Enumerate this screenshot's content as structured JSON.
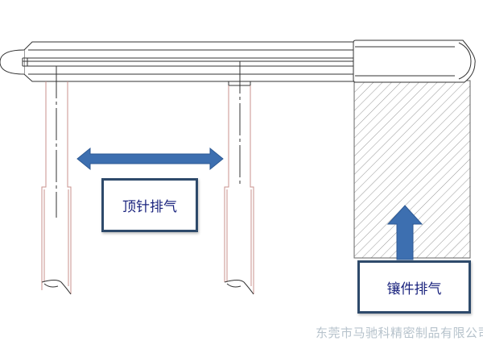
{
  "labels": {
    "ejector_pin_venting": "顶针排气",
    "insert_venting": "镶件排气"
  },
  "watermark": "东莞市马驰科精密制品有限公司",
  "colors": {
    "arrow": "#3d6fb0",
    "box_border": "#2e4a6b",
    "label_text": "#1a237e",
    "pin_outline": "#c9928c"
  }
}
